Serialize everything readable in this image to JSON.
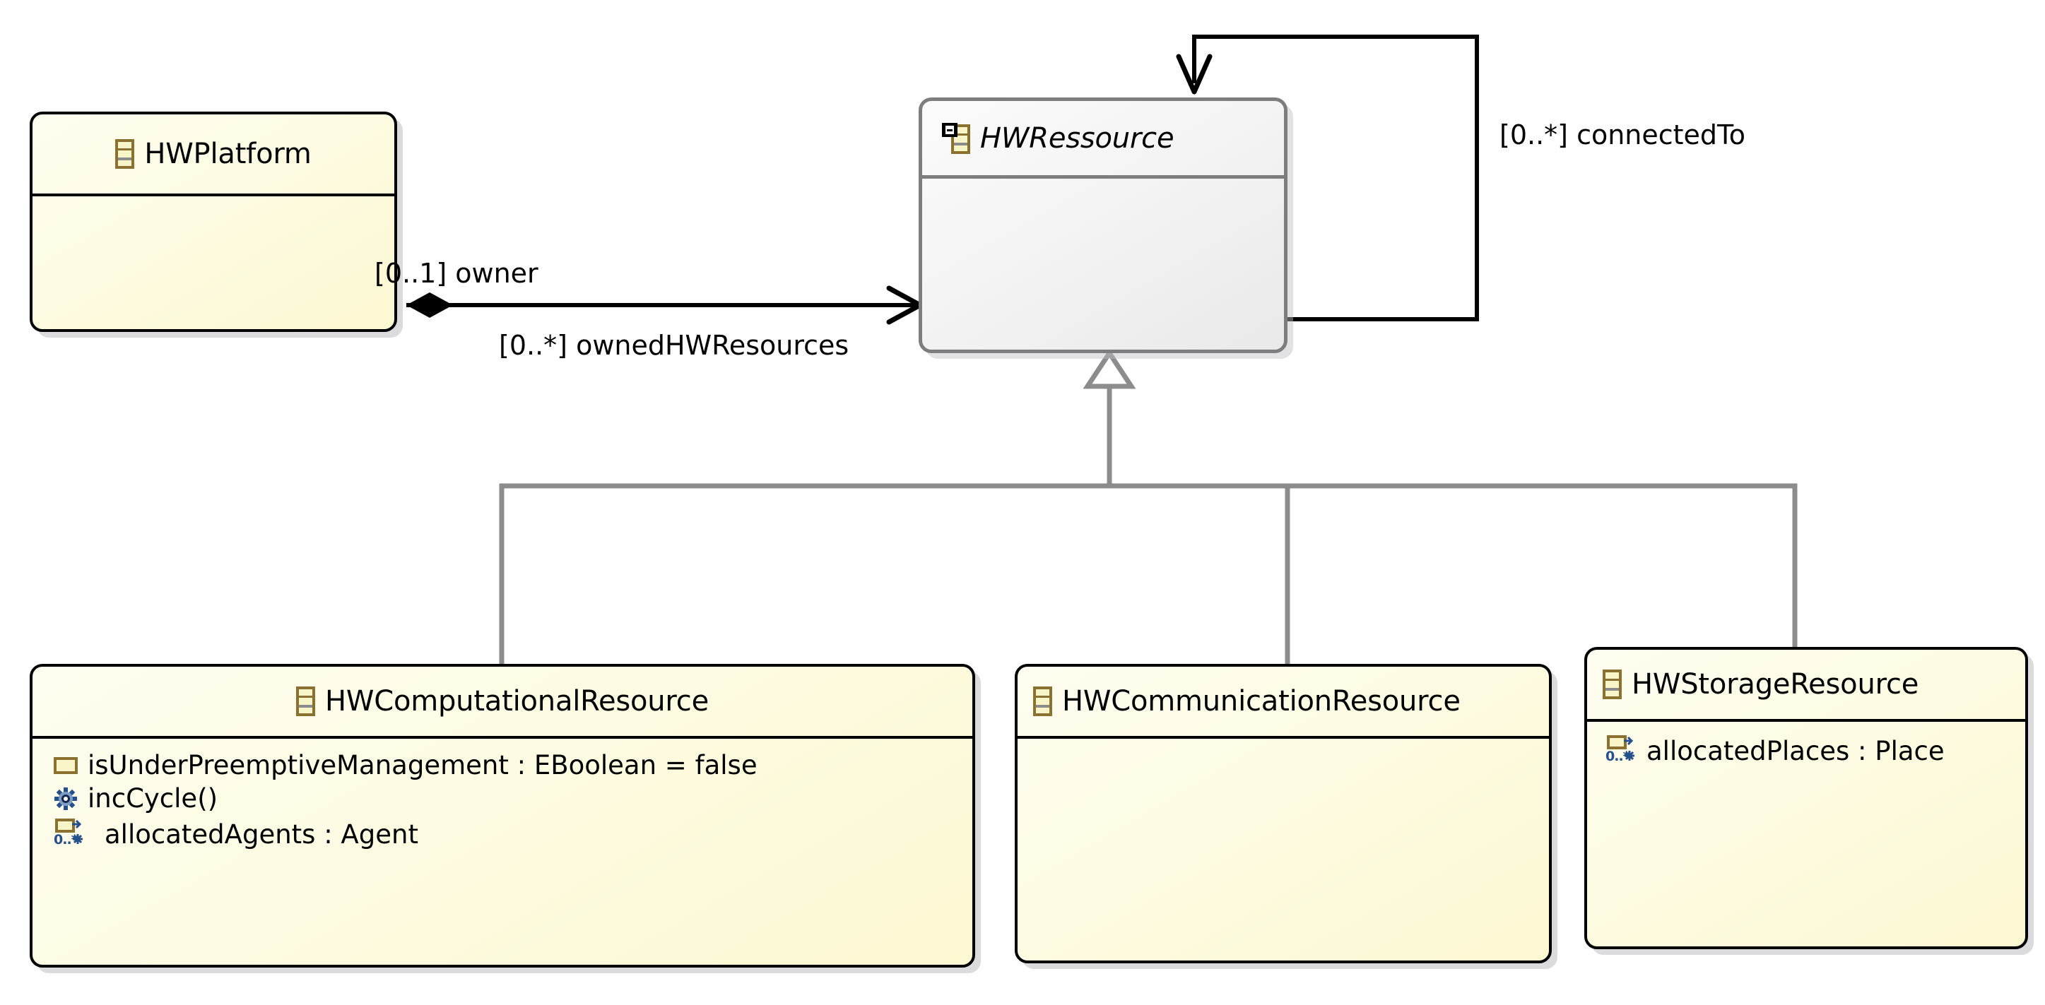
{
  "diagram": {
    "kind": "uml-class-diagram",
    "background": "#ffffff",
    "selected_class": "HWRessource"
  },
  "classes": [
    {
      "id": "hwplatform",
      "name": "HWPlatform",
      "icon": "eclass-icon",
      "abstract": false,
      "selected": false,
      "title_align": "center",
      "members": []
    },
    {
      "id": "hwressource",
      "name": "HWRessource",
      "icon": "eclass-abstract-icon",
      "abstract": true,
      "selected": true,
      "title_align": "left",
      "members": []
    },
    {
      "id": "hwcomputationalresource",
      "name": "HWComputationalResource",
      "icon": "eclass-icon",
      "abstract": false,
      "selected": false,
      "title_align": "center",
      "members": [
        {
          "icon": "eattribute-icon",
          "label": "isUnderPreemptiveManagement : EBoolean = false"
        },
        {
          "icon": "eoperation-icon",
          "label": "incCycle()"
        },
        {
          "icon": "ereference-icon",
          "label": "allocatedAgents : Agent",
          "multiplicity": "0..*"
        }
      ]
    },
    {
      "id": "hwcommunicationresource",
      "name": "HWCommunicationResource",
      "icon": "eclass-icon",
      "abstract": false,
      "selected": false,
      "title_align": "left",
      "members": []
    },
    {
      "id": "hwstorageresource",
      "name": "HWStorageResource",
      "icon": "eclass-icon",
      "abstract": false,
      "selected": false,
      "title_align": "left",
      "members": [
        {
          "icon": "ereference-icon",
          "label": "allocatedPlaces : Place",
          "multiplicity": "0..*"
        }
      ]
    }
  ],
  "relations": {
    "composition": {
      "from": "HWPlatform",
      "to": "HWRessource",
      "source_role": "[0..1] owner",
      "target_role": "[0..*] ownedHWResources",
      "source_end": "filled-diamond",
      "target_end": "open-arrow"
    },
    "self_association": {
      "on": "HWRessource",
      "role": "[0..*] connectedTo",
      "target_end": "open-arrow"
    },
    "generalizations": [
      {
        "child": "HWComputationalResource",
        "parent": "HWRessource"
      },
      {
        "child": "HWCommunicationResource",
        "parent": "HWRessource"
      },
      {
        "child": "HWStorageResource",
        "parent": "HWRessource"
      }
    ]
  },
  "colors": {
    "class_fill": "#fdfbe2",
    "class_border": "#000000",
    "selected_fill": "#f0f0f0",
    "selected_border": "#7d7d7d",
    "generalization_line": "#8c8c8c",
    "association_line": "#000000",
    "icon_gold": "#8a7130",
    "icon_blue": "#26508c"
  }
}
